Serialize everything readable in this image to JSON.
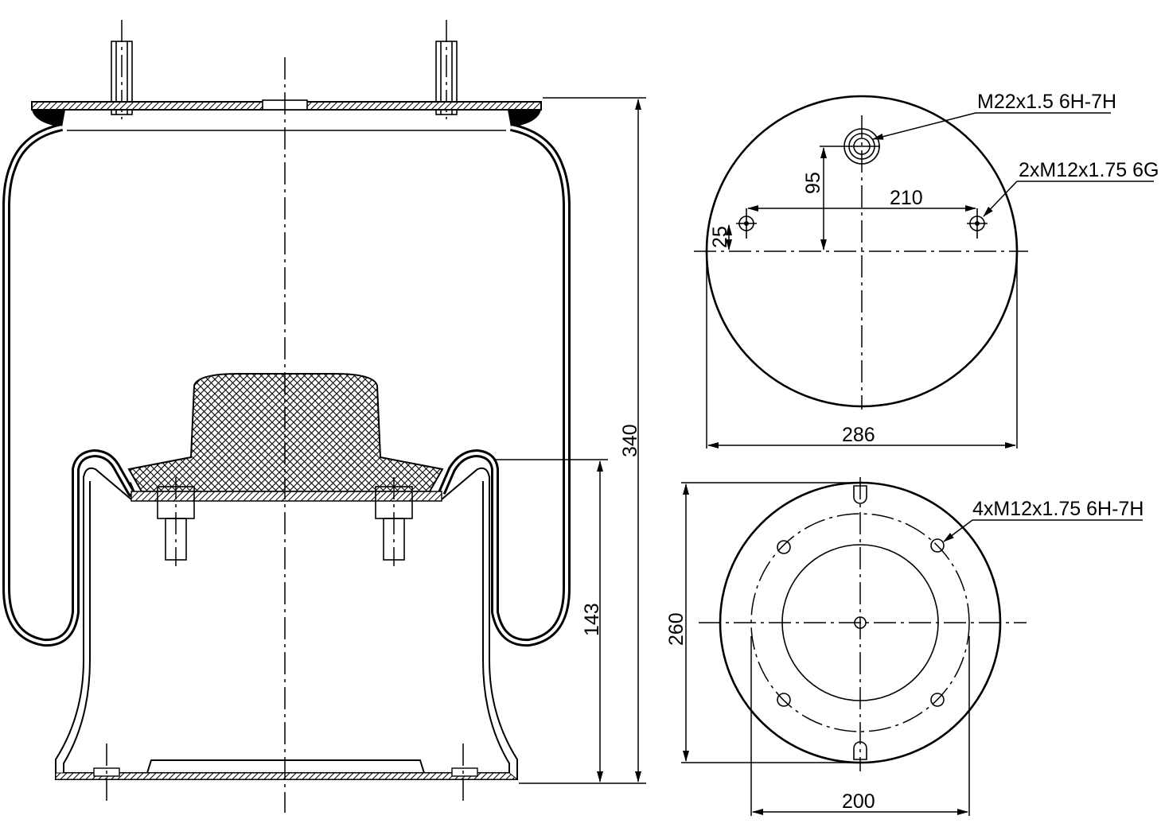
{
  "drawing": {
    "callouts": {
      "top_center_thread": "M22x1.5 6H-7H",
      "top_side_threads": "2xM12x1.75 6G",
      "bottom_threads": "4xM12x1.75 6H-7H"
    },
    "dimensions": {
      "overall_height": "340",
      "piston_height": "143",
      "top_plate_diameter": "286",
      "hole_spacing": "210",
      "center_offset": "95",
      "side_offset": "25",
      "bottom_outer_diameter": "260",
      "bottom_bolt_circle": "200"
    },
    "colors": {
      "line": "#000000",
      "background": "#ffffff"
    }
  }
}
